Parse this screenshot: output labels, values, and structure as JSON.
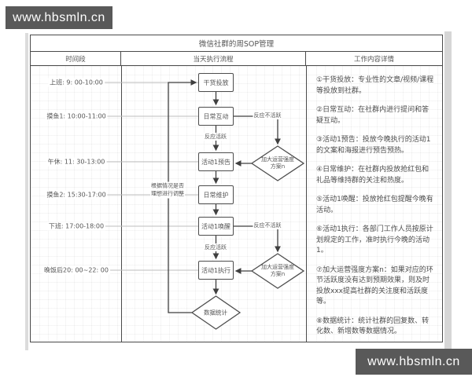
{
  "watermark": {
    "text": "www.hbsmln.cn"
  },
  "table": {
    "title": "微信社群的周SOP管理",
    "columns": [
      "时间段",
      "当天执行流程",
      "工作内容详情"
    ]
  },
  "timeline": {
    "items": [
      {
        "label": "上班: 9: 00-10:00"
      },
      {
        "label": "摸鱼1: 10:00-11:00"
      },
      {
        "label": "午休: 11: 30-13:00"
      },
      {
        "label": "摸鱼2: 15:30-17:00"
      },
      {
        "label": "下班: 17:00-18:00"
      },
      {
        "label": "晚饭后20: 00~22: 00"
      }
    ]
  },
  "flow": {
    "boxes": [
      {
        "label": "干货投放"
      },
      {
        "label": "日常互动"
      },
      {
        "label": "活动1预告"
      },
      {
        "label": "日常维护"
      },
      {
        "label": "活动1唤醒"
      },
      {
        "label": "活动1执行"
      }
    ],
    "diamonds": [
      {
        "line1": "加大运营强度",
        "line2": "方案n"
      },
      {
        "line1": "加大运营强度",
        "line2": "方案n"
      },
      {
        "label": "数据统计"
      }
    ],
    "edge_labels": {
      "inactive1": "反应不活跃",
      "active1": "反应活跃",
      "inactive2": "反应不活跃",
      "active2": "反应活跃",
      "feedback_line1": "根据情况是否",
      "feedback_line2": "理想进行调整"
    }
  },
  "details": {
    "items": [
      "①干货投放：专业性的文章/视频/课程等投放到社群。",
      "②日常互动：在社群内进行提问和答疑互动。",
      "③活动1预告：投放今晚执行的活动1的文案和海报进行预告预热。",
      "④日常维护：在社群内投放抢红包和礼品等维持群的关注和热度。",
      "⑤活动1唤醒：投放抢红包提醒今晚有活动。",
      "⑥活动1执行：各部门工作人员按原计划规定的工作，准时执行今晚的活动1。",
      "⑦加大运营强度方案n：如果对应的环节活跃度没有达到预期效果，则及时投放xxx提高社群的关注度和活跃度等。",
      "⑧数据统计：统计社群的回复数、转化数、新增数等数据情况。"
    ]
  },
  "colors": {
    "watermark_bg": "#595959",
    "table_border": "#4a4a4a",
    "arrow": "#3f3f3f",
    "leader_line": "#bdbdbd"
  }
}
